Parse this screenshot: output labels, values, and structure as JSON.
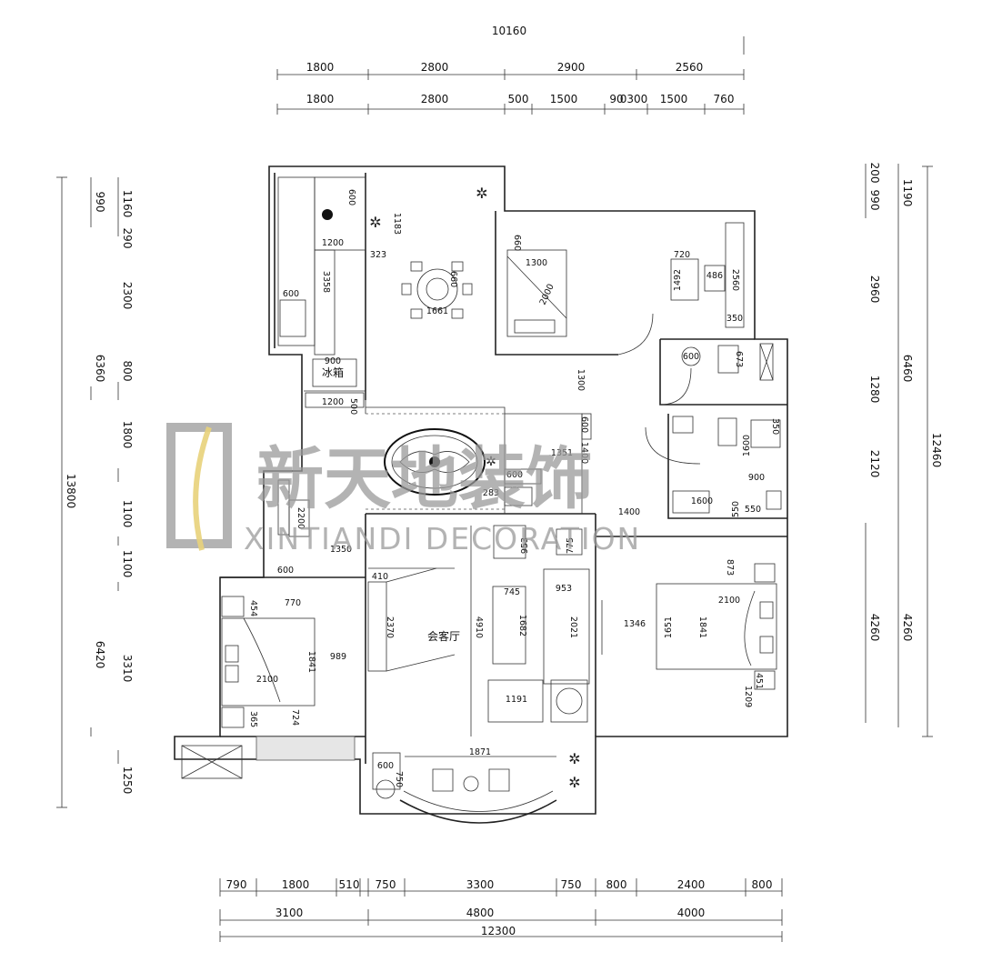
{
  "dimensions": {
    "top_total": "10160",
    "top_row1": [
      "1800",
      "2800",
      "2900",
      "2560"
    ],
    "top_row2": [
      "1800",
      "2800",
      "500",
      "1500",
      "90",
      "0300",
      "1500",
      "760"
    ],
    "bottom_row1": [
      "790",
      "1800",
      "510",
      "750",
      "3300",
      "750",
      "800",
      "2400",
      "800"
    ],
    "bottom_row2": [
      "3100",
      "4800",
      "4000"
    ],
    "bottom_total": "12300",
    "left_total": "13800",
    "left_col1": [
      "990",
      "6360",
      "6420"
    ],
    "left_col2": [
      "1160",
      "290",
      "2300",
      "800",
      "1800",
      "1100",
      "1100",
      "3310",
      "1250"
    ],
    "right_col1": [
      "200",
      "990",
      "2960",
      "1280",
      "2120",
      "4260"
    ],
    "right_col2": [
      "1190",
      "6460",
      "4260"
    ],
    "right_total": "12460"
  },
  "room_labels": {
    "living_room": "会客厅",
    "fridge": "冰箱"
  },
  "interior_labels": {
    "k600": "600",
    "k1183": "1183",
    "k1200": "1200",
    "k323": "323",
    "k3358": "3358",
    "k600b": "600",
    "k900": "900",
    "k1200b": "1200",
    "k500": "500",
    "d661": "1661",
    "d660": "660",
    "b1300": "1300",
    "b2000": "2000",
    "b660": "660",
    "b720": "720",
    "b1492": "1492",
    "b486": "486",
    "b2560": "2560",
    "b350": "350",
    "c1300": "1300",
    "bath600": "600",
    "bath673": "673",
    "e600": "600",
    "e1400": "1400",
    "e1351": "1351",
    "e600b": "600",
    "e283": "283",
    "f350": "350",
    "f1600": "1600",
    "f900": "900",
    "f1600b": "1600",
    "f550": "550",
    "f550b": "550",
    "h1400": "1400",
    "l1350": "1350",
    "l2200": "2200",
    "l600": "600",
    "m410": "410",
    "m2370": "2370",
    "m953": "953",
    "m775": "775",
    "m745": "745",
    "m953b": "953",
    "m1682": "1682",
    "m2021": "2021",
    "m4910": "4910",
    "m1191": "1191",
    "n1346": "1346",
    "n873": "873",
    "n2100": "2100",
    "n1651": "1651",
    "n1841": "1841",
    "n451": "451",
    "n1209": "1209",
    "w454": "454",
    "w770": "770",
    "w1841": "1841",
    "w989": "989",
    "w2100": "2100",
    "w365": "365",
    "w724": "724",
    "bal1871": "1871",
    "bal600": "600",
    "bal750": "750"
  },
  "watermark": {
    "chinese": "新天地装饰",
    "english": "XINTIANDI DECORATION"
  }
}
